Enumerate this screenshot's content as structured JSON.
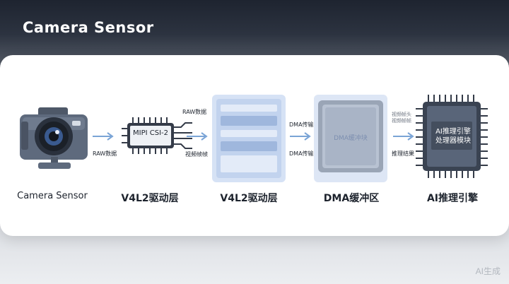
{
  "title": "Camera Sensor",
  "nodes": [
    {
      "label": "Camera Sensor"
    },
    {
      "label": "V4L2驱动层",
      "chip_text": "MIPI CSI-2"
    },
    {
      "label": "V4L2驱动层"
    },
    {
      "label": "DMA缓冲区",
      "chip_text": "DMA缓冲块"
    },
    {
      "label": "AI推理引擎",
      "chip_line1": "AI推理引擎",
      "chip_line2": "处理器模块"
    }
  ],
  "edges": {
    "raw_data_below": "RAW数据",
    "raw_data_above": "RAW数据",
    "video_frame": "视频帧帧",
    "dma_transfer_top": "DMA传输",
    "dma_transfer_bottom": "DMA传输",
    "faint_line1": "视频帧头",
    "faint_line2": "视频帧帧",
    "inference_result": "推理结果"
  },
  "watermark": "AI生成",
  "colors": {
    "arrow": "#7aa4d6",
    "chip": "#343b48",
    "panel": "#cfdaf0"
  }
}
